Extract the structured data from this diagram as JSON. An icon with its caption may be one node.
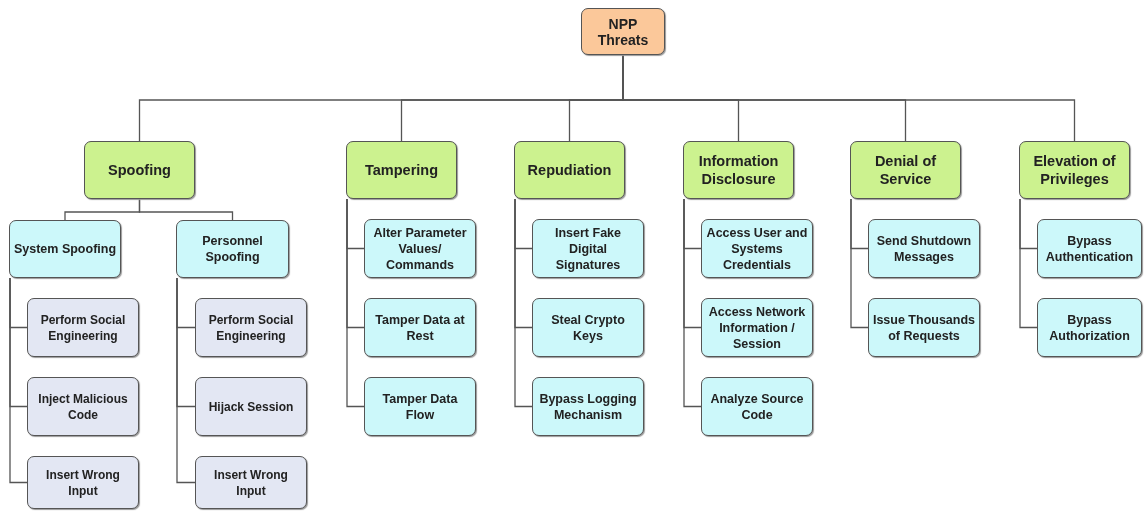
{
  "diagram": {
    "nodes": [
      {
        "text": [
          "NPP Threats"
        ]
      },
      {
        "text": [
          "Spoofing"
        ]
      },
      {
        "text": [
          "System Spoofing"
        ]
      },
      {
        "text": [
          "Perform Social Engineering"
        ]
      },
      {
        "text": [
          "Inject Malicious Code"
        ]
      },
      {
        "text": [
          "Insert Wrong Input"
        ]
      },
      {
        "text": [
          "Personnel Spoofing"
        ]
      },
      {
        "text": [
          "Perform Social Engineering"
        ]
      },
      {
        "text": [
          "Hijack Session"
        ]
      },
      {
        "text": [
          "Insert Wrong Input"
        ]
      },
      {
        "text": [
          "Tampering"
        ]
      },
      {
        "text": [
          "Alter Parameter Values/ Commands"
        ]
      },
      {
        "text": [
          "Tamper Data at Rest"
        ]
      },
      {
        "text": [
          "Tamper Data Flow"
        ]
      },
      {
        "text": [
          "Repudiation"
        ]
      },
      {
        "text": [
          "Insert Fake Digital Signatures"
        ]
      },
      {
        "text": [
          "Steal Crypto Keys"
        ]
      },
      {
        "text": [
          "Bypass Logging Mechanism"
        ]
      },
      {
        "text": [
          "Information Disclosure"
        ]
      },
      {
        "text": [
          "Access User and Systems Credentials"
        ]
      },
      {
        "text": [
          "Access Network Information / Session"
        ]
      },
      {
        "text": [
          "Analyze Source Code"
        ]
      },
      {
        "text": [
          "Denial of Service"
        ]
      },
      {
        "text": [
          "Send Shutdown Messages"
        ]
      },
      {
        "text": [
          "Issue Thousands of Requests"
        ]
      },
      {
        "text": [
          "Elevation of Privileges"
        ]
      },
      {
        "text": [
          "Bypass Authentication"
        ]
      },
      {
        "text": [
          "Bypass Authorization"
        ]
      }
    ],
    "edges": [
      {
        "from": 0,
        "to": 1,
        "arrow": "none"
      },
      {
        "from": 0,
        "to": 10,
        "arrow": "none"
      },
      {
        "from": 0,
        "to": 14,
        "arrow": "none"
      },
      {
        "from": 0,
        "to": 18,
        "arrow": "none"
      },
      {
        "from": 0,
        "to": 22,
        "arrow": "none"
      },
      {
        "from": 0,
        "to": 25,
        "arrow": "none"
      },
      {
        "from": 1,
        "to": 2,
        "arrow": "none"
      },
      {
        "from": 1,
        "to": 6,
        "arrow": "none"
      },
      {
        "from": 2,
        "to": 3,
        "arrow": "none"
      },
      {
        "from": 2,
        "to": 4,
        "arrow": "none"
      },
      {
        "from": 2,
        "to": 5,
        "arrow": "none"
      },
      {
        "from": 6,
        "to": 7,
        "arrow": "none"
      },
      {
        "from": 6,
        "to": 8,
        "arrow": "none"
      },
      {
        "from": 6,
        "to": 9,
        "arrow": "none"
      },
      {
        "from": 10,
        "to": 11,
        "arrow": "none"
      },
      {
        "from": 10,
        "to": 12,
        "arrow": "none"
      },
      {
        "from": 10,
        "to": 13,
        "arrow": "none"
      },
      {
        "from": 14,
        "to": 15,
        "arrow": "none"
      },
      {
        "from": 14,
        "to": 16,
        "arrow": "none"
      },
      {
        "from": 14,
        "to": 17,
        "arrow": "none"
      },
      {
        "from": 18,
        "to": 19,
        "arrow": "none"
      },
      {
        "from": 18,
        "to": 20,
        "arrow": "none"
      },
      {
        "from": 18,
        "to": 21,
        "arrow": "none"
      },
      {
        "from": 22,
        "to": 23,
        "arrow": "none"
      },
      {
        "from": 22,
        "to": 24,
        "arrow": "none"
      },
      {
        "from": 25,
        "to": 26,
        "arrow": "none"
      },
      {
        "from": 25,
        "to": 27,
        "arrow": "none"
      }
    ]
  }
}
